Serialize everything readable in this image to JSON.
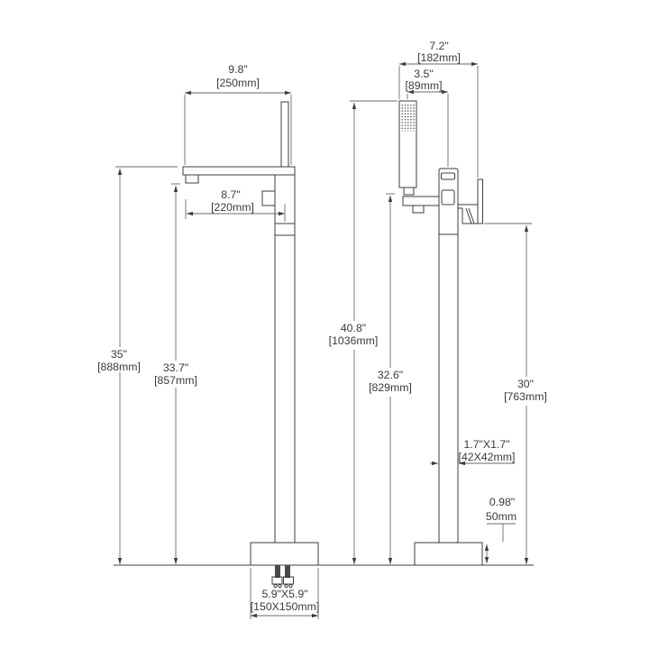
{
  "drawing": {
    "type": "product-dimension-diagram",
    "subject": "freestanding floor-mounted tub faucet with hand shower",
    "views": {
      "left": "spout-front-view",
      "right": "hand-shower-side-view"
    },
    "colors": {
      "background": "#ffffff",
      "line": "#3c3c3c",
      "text": "#3a3a3a"
    }
  },
  "dims": {
    "spout_width": {
      "in": "9.8\"",
      "mm": "[250mm]"
    },
    "spout_reach": {
      "in": "8.7\"",
      "mm": "[220mm]"
    },
    "overall_height_left": {
      "in": "35\"",
      "mm": "[888mm]"
    },
    "spout_height": {
      "in": "33.7\"",
      "mm": "[857mm]"
    },
    "shower_width": {
      "in": "7.2\"",
      "mm": "[182mm]"
    },
    "shower_offset": {
      "in": "3.5\"",
      "mm": "[89mm]"
    },
    "overall_height_right": {
      "in": "40.8\"",
      "mm": "[1036mm]"
    },
    "shower_height": {
      "in": "32.6\"",
      "mm": "[829mm]"
    },
    "handle_height": {
      "in": "30\"",
      "mm": "[763mm]"
    },
    "column_size": {
      "in": "1.7\"X1.7\"",
      "mm": "[42X42mm]"
    },
    "base_height": {
      "in": "0.98\"",
      "mm": "50mm"
    },
    "base_size": {
      "in": "5.9\"X5.9\"",
      "mm": "[150X150mm]"
    }
  }
}
